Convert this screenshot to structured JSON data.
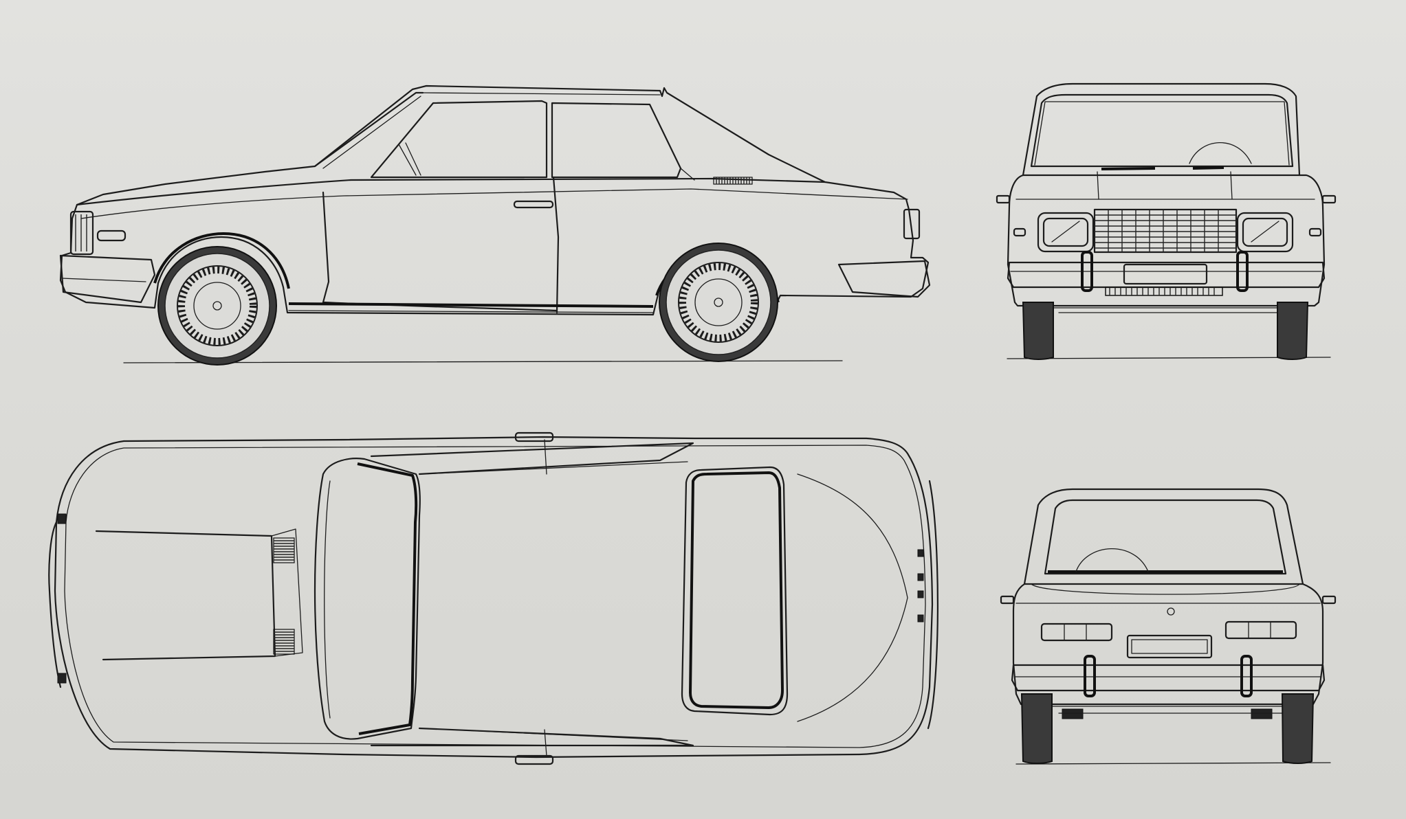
{
  "drawing": {
    "views": [
      {
        "id": "side",
        "name": "side-view"
      },
      {
        "id": "front",
        "name": "front-view"
      },
      {
        "id": "top",
        "name": "top-view"
      },
      {
        "id": "rear",
        "name": "rear-view"
      }
    ],
    "colors": {
      "paper": "#dcdcd9",
      "ink": "#1c1c1c",
      "tyre": "#3a3a3a"
    }
  }
}
